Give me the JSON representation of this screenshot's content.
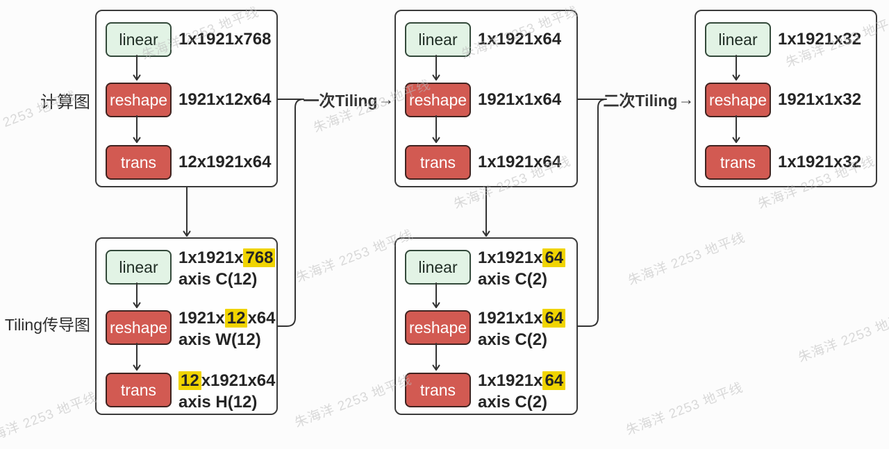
{
  "watermark": {
    "text": "朱海洋 2253 地平线"
  },
  "labels": {
    "compute_graph": "计算图",
    "tiling_graph": "Tiling传导图"
  },
  "connectors": {
    "first_tiling": "一次Tiling",
    "second_tiling": "二次Tiling",
    "arrow": "→"
  },
  "colors": {
    "node_green_fill": "#e2f3e5",
    "node_red_fill": "#d25a52",
    "highlight_yellow": "#f0d400",
    "line_dark": "#333333"
  },
  "graphs": {
    "compute_left": {
      "rows": [
        {
          "op": "linear",
          "shape": "1x1921x768"
        },
        {
          "op": "reshape",
          "shape": "1921x12x64"
        },
        {
          "op": "trans",
          "shape": "12x1921x64"
        }
      ]
    },
    "compute_mid": {
      "rows": [
        {
          "op": "linear",
          "shape": "1x1921x64"
        },
        {
          "op": "reshape",
          "shape": "1921x1x64"
        },
        {
          "op": "trans",
          "shape": "1x1921x64"
        }
      ]
    },
    "compute_right": {
      "rows": [
        {
          "op": "linear",
          "shape": "1x1921x32"
        },
        {
          "op": "reshape",
          "shape": "1921x1x32"
        },
        {
          "op": "trans",
          "shape": "1x1921x32"
        }
      ]
    },
    "tiling_left": {
      "rows": [
        {
          "op": "linear",
          "pre": "1x1921x",
          "hl": "768",
          "post": "",
          "axis": "axis C(12)"
        },
        {
          "op": "reshape",
          "pre": "1921x",
          "hl": "12",
          "post": "x64",
          "axis": "axis W(12)"
        },
        {
          "op": "trans",
          "pre": "",
          "hl": "12",
          "post": "x1921x64",
          "axis": "axis H(12)"
        }
      ]
    },
    "tiling_mid": {
      "rows": [
        {
          "op": "linear",
          "pre": "1x1921x",
          "hl": "64",
          "post": "",
          "axis": "axis C(2)"
        },
        {
          "op": "reshape",
          "pre": "1921x1x",
          "hl": "64",
          "post": "",
          "axis": "axis C(2)"
        },
        {
          "op": "trans",
          "pre": "1x1921x",
          "hl": "64",
          "post": "",
          "axis": "axis C(2)"
        }
      ]
    }
  }
}
